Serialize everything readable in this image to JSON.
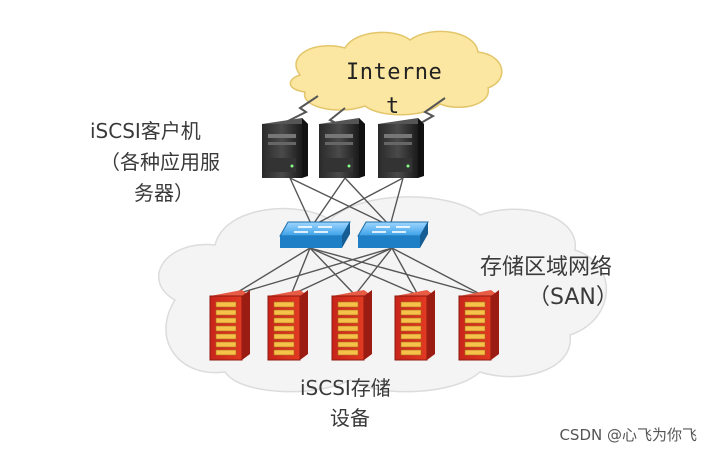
{
  "internet": {
    "text_line1": "Interne",
    "text_line2": "t"
  },
  "clients": {
    "label_line1": "iSCSI客户机",
    "label_line2": "（各种应用服",
    "label_line3": "务器）"
  },
  "san": {
    "label_line1": "存储区域网络",
    "label_line2": "（SAN）"
  },
  "storage": {
    "label_line1": "iSCSI存储",
    "label_line2": "设备"
  },
  "watermark": "CSDN @心飞为你飞",
  "colors": {
    "internet_cloud": "#fbe7a1",
    "san_cloud": "#f4f4f4",
    "switch": "#2b8fd6",
    "storage": "#d62d1a",
    "storage_slot": "#f7c24a",
    "server": "#1e1e1e"
  }
}
